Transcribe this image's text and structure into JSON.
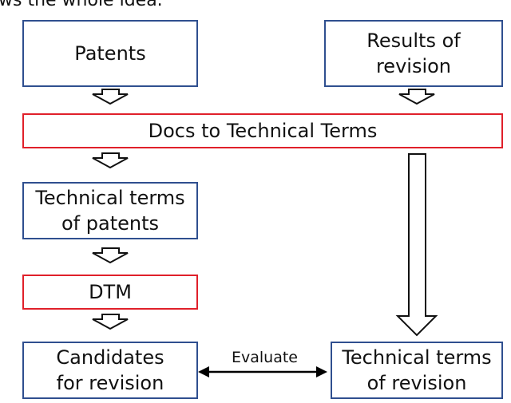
{
  "caption": "ws the whole idea.",
  "nodes": {
    "patents": "Patents",
    "results_line1": "Results of",
    "results_line2": "revision",
    "docs_to_terms": "Docs to Technical Terms",
    "terms_patents_line1": "Technical terms",
    "terms_patents_line2": "of patents",
    "dtm": "DTM",
    "candidates_line1": "Candidates",
    "candidates_line2": "for revision",
    "terms_revision_line1": "Technical terms",
    "terms_revision_line2": "of revision"
  },
  "edge_labels": {
    "evaluate": "Evaluate"
  },
  "colors": {
    "blue_border": "#2f4f8f",
    "red_border": "#e0202a"
  }
}
